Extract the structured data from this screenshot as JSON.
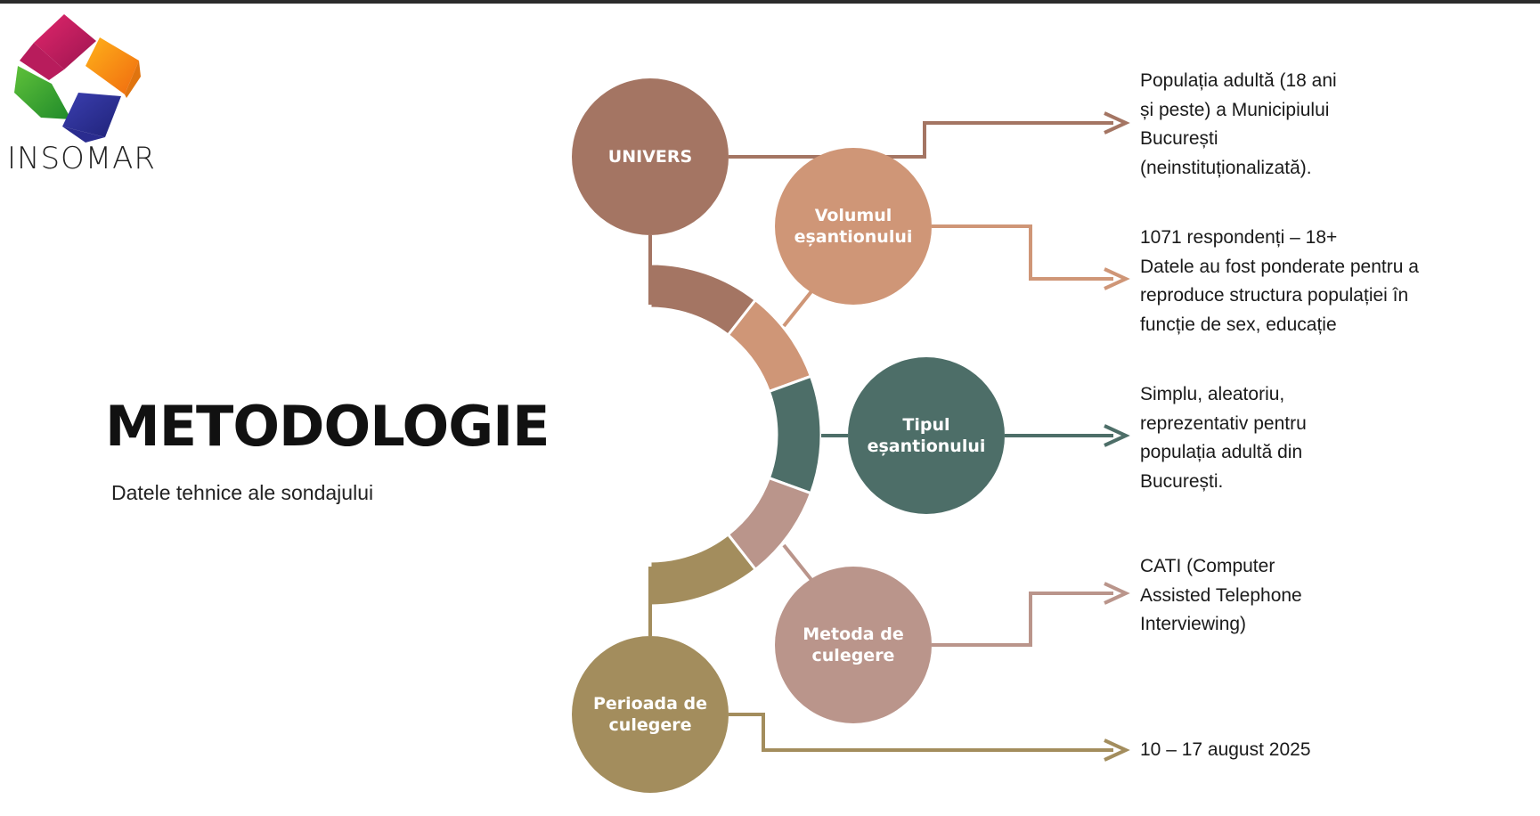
{
  "brand": {
    "name": "INSOMAR"
  },
  "page": {
    "title": "METODOLOGIE",
    "subtitle": "Datele tehnice ale sondajului"
  },
  "colors": {
    "univers": "#a47563",
    "volum": "#cf9677",
    "tip": "#4d6e68",
    "metoda": "#ba958b",
    "perioada": "#a38d5d"
  },
  "items": [
    {
      "label": [
        "UNIVERS"
      ],
      "description": [
        "Populația adultă (18 ani",
        "și peste) a Municipiului",
        "București",
        "(neinstituționalizată)."
      ]
    },
    {
      "label": [
        "Volumul",
        "eșantionului"
      ],
      "description": [
        "1071  respondenți – 18+",
        "Datele au fost ponderate pentru a",
        "reproduce structura populației în",
        "funcție de sex, educație"
      ]
    },
    {
      "label": [
        "Tipul",
        "eșantionului"
      ],
      "description": [
        "Simplu, aleatoriu,",
        "reprezentativ pentru",
        "populația adultă din",
        "București."
      ]
    },
    {
      "label": [
        "Metoda de",
        "culegere"
      ],
      "description": [
        "CATI (Computer",
        "Assisted Telephone",
        "Interviewing)"
      ]
    },
    {
      "label": [
        "Perioada de",
        "culegere"
      ],
      "description": [
        "10 – 17 august 2025"
      ]
    }
  ]
}
